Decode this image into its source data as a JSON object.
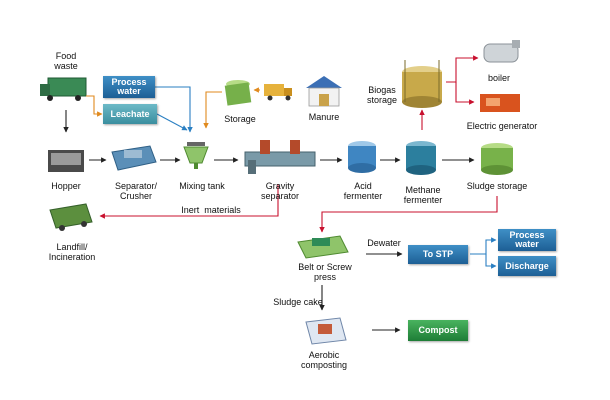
{
  "labels": {
    "food_waste": "Food\nwaste",
    "hopper": "Hopper",
    "separator": "Separator/\nCrusher",
    "mixing_tank": "Mixing tank",
    "gravity_separator": "Gravity\nseparator",
    "acid_fermenter": "Acid\nfermenter",
    "methane_fermenter": "Methane\nfermenter",
    "sludge_storage": "Sludge storage",
    "storage": "Storage",
    "manure": "Manure",
    "biogas_storage": "Biogas\nstorage",
    "boiler": "boiler",
    "electric_generator": "Electric generator",
    "inert_materials": "Inert  materials",
    "landfill": "Landfill/\nIncineration",
    "belt_press": "Belt or Screw\npress",
    "dewater": "Dewater",
    "sludge_cake": "Sludge cake",
    "aerobic_composting": "Aerobic\ncomposting"
  },
  "boxes": {
    "process_water": "Process\nwater",
    "leachate": "Leachate",
    "to_stp": "To STP",
    "process_water_out": "Process\nwater",
    "discharge": "Discharge",
    "compost": "Compost"
  },
  "colors": {
    "arrow_black": "#222222",
    "arrow_blue": "#2a7fc2",
    "arrow_orange": "#e08a1e",
    "arrow_red": "#c8102e",
    "box_blue": "#2a75b0",
    "box_teal": "#4da3b3",
    "box_green": "#2e9447"
  }
}
